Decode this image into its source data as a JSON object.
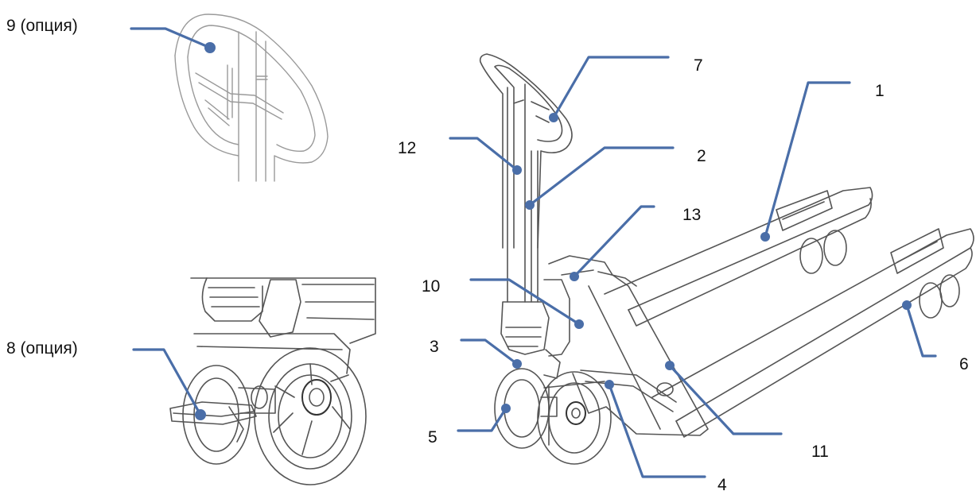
{
  "accent_color": "#4a6ea8",
  "labels": {
    "l1": "1",
    "l2": "2",
    "l3": "3",
    "l4": "4",
    "l5": "5",
    "l6": "6",
    "l7": "7",
    "l8": "8 (опция)",
    "l9": "9 (опция)",
    "l10": "10",
    "l11": "11",
    "l12": "12",
    "l13": "13"
  }
}
